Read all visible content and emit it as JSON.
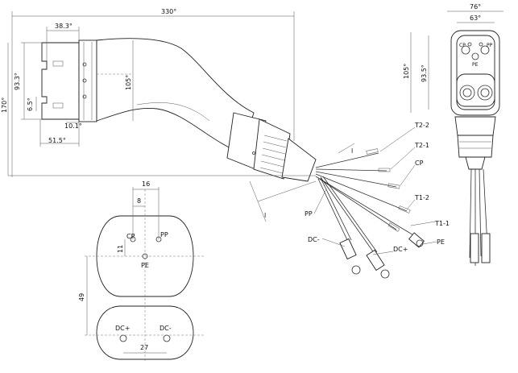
{
  "dimensions": {
    "overall_length": "330°",
    "overall_height": "170°",
    "head_width_top": "38.3°",
    "head_height": "93.3°",
    "head_offset": "6.5°",
    "head_step": "10.1°",
    "head_bottom": "51.5°",
    "grip_height": "105°",
    "front_width": "76°",
    "front_inner_width": "63°",
    "front_height": "105°",
    "front_inner_height": "93.5°",
    "pin_spacing_16": "16",
    "pin_spacing_8": "8",
    "pin_offset_11": "11",
    "dc_offset_49": "49",
    "dc_spacing_27": "27"
  },
  "wire_labels": {
    "t2_2": "T2-2",
    "t2_1": "T2-1",
    "cp": "CP",
    "t1_2": "T1-2",
    "t1_1": "T1-1",
    "pe": "PE",
    "pp": "PP",
    "dc_minus": "DC-",
    "dc_plus": "DC+",
    "length_l": "l",
    "length_l2": "l"
  },
  "pin_labels": {
    "cp": "CP",
    "pp": "PP",
    "pe": "PE",
    "dc_plus": "DC+",
    "dc_minus": "DC-"
  },
  "front_pin_labels": {
    "cp": "CP",
    "pp": "PP",
    "pe": "PE"
  }
}
